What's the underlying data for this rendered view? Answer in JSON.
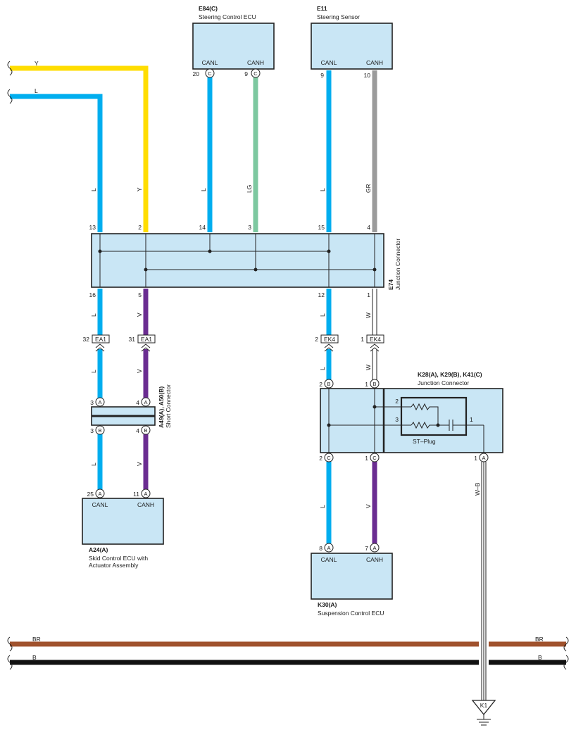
{
  "components": {
    "e84": {
      "id": "E84(C)",
      "name": "Steering Control ECU",
      "pin_canl": "CANL",
      "pin_canh": "CANH",
      "pin_no_l": "20",
      "pin_no_h": "9",
      "conn": "C"
    },
    "e11": {
      "id": "E11",
      "name": "Steering Sensor",
      "pin_canl": "CANL",
      "pin_canh": "CANH",
      "pin_no_l": "9",
      "pin_no_h": "10"
    },
    "e74": {
      "id": "E74",
      "name": "Junction Connector",
      "top_pins": [
        "13",
        "2",
        "14",
        "3",
        "15",
        "4"
      ],
      "bottom_pins": [
        "16",
        "5",
        "12",
        "1"
      ]
    },
    "a24": {
      "id": "A24(A)",
      "name_line1": "Skid Control ECU with",
      "name_line2": "Actuator Assembly",
      "pin_canl": "CANL",
      "pin_canh": "CANH",
      "pin_no_l": "25",
      "pin_no_h": "11",
      "conn": "A"
    },
    "k30": {
      "id": "K30(A)",
      "name": "Suspension Control ECU",
      "pin_canl": "CANL",
      "pin_canh": "CANH",
      "pin_no_l": "8",
      "pin_no_h": "7",
      "conn": "A"
    },
    "a49": {
      "id": "A49(A), A50(B)",
      "name": "Short Connector",
      "pins_top": [
        "3",
        "4"
      ],
      "pins_bottom": [
        "3",
        "4"
      ],
      "conn_top": "A",
      "conn_bottom": "B"
    },
    "k28": {
      "id": "K28(A), K29(B), K41(C)",
      "name": "Junction Connector",
      "pins_top": [
        "2",
        "1"
      ],
      "pins_bottom": [
        "2",
        "1",
        "1"
      ],
      "conn_top": "B",
      "conn_bottom_l": "C",
      "conn_bottom_r": "C",
      "conn_a": "A",
      "plug_name": "ST–Plug",
      "plug_pins": [
        "2",
        "3",
        "1"
      ]
    },
    "ea1_left": {
      "id": "EA1",
      "pin": "32"
    },
    "ea1_right": {
      "id": "EA1",
      "pin": "31"
    },
    "ek4_left": {
      "id": "EK4",
      "pin": "2"
    },
    "ek4_right": {
      "id": "EK4",
      "pin": "1"
    },
    "k1": {
      "id": "K1"
    }
  },
  "wires": {
    "y": "Y",
    "l": "L",
    "lg": "LG",
    "gr": "GR",
    "v": "V",
    "w": "W",
    "wb": "W–B",
    "br": "BR",
    "b": "B"
  },
  "colors": {
    "blue": "#00aeef",
    "yellow": "#ffdd00",
    "green": "#7dc8a0",
    "gray": "#9b9b9b",
    "purple": "#6a2c91",
    "brown": "#a0522d",
    "black": "#111111",
    "box": "#c9e6f5"
  }
}
